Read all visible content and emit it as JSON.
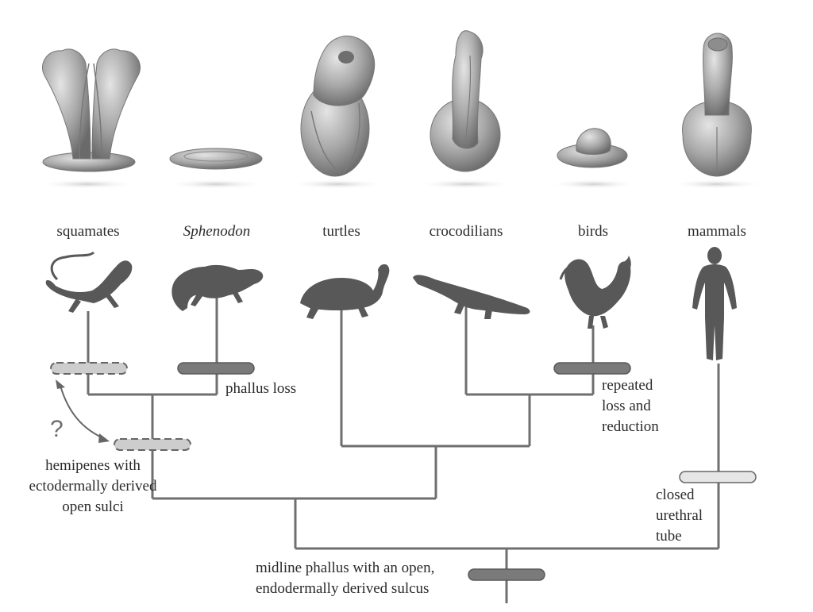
{
  "taxa": {
    "squamates": "squamates",
    "sphenodon": "Sphenodon",
    "turtles": "turtles",
    "crocodilians": "crocodilians",
    "birds": "birds",
    "mammals": "mammals"
  },
  "annotations": {
    "phallus_loss": "phallus loss",
    "repeated_loss": "repeated loss and reduction",
    "hemipenes": "hemipenes with ectodermally derived open sulci",
    "closed_urethral": "closed urethral tube",
    "midline_phallus": "midline phallus with an open, endodermally derived sulcus",
    "uncertain_mark": "?"
  },
  "colors": {
    "tree_line": "#6f6f6f",
    "bar_solid": "#7a7a7a",
    "bar_light": "#e6e6e6",
    "bar_dashed": "#cdcdcd",
    "silhouette": "#585858",
    "organ": "#9a9a9a"
  },
  "icons": {
    "squamates": "lizard-silhouette-icon",
    "sphenodon": "tuatara-silhouette-icon",
    "turtles": "turtle-silhouette-icon",
    "crocodilians": "crocodile-silhouette-icon",
    "birds": "rooster-silhouette-icon",
    "mammals": "human-silhouette-icon"
  }
}
